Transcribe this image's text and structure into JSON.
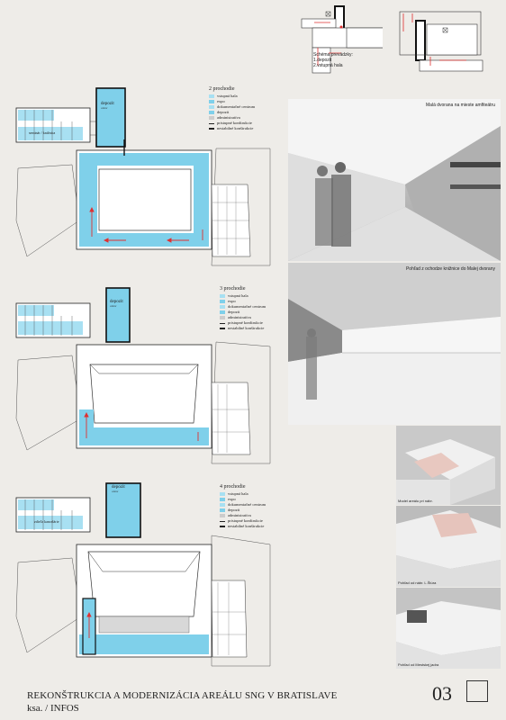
{
  "schema": {
    "legend_title": "Schéma prevádzky:",
    "legend_item1": "1.depozit",
    "legend_item2": "2.vstupná hala"
  },
  "floors": [
    {
      "heading": "2 prochodie",
      "depot_label": "depozit",
      "depot_sub": "otvor",
      "room_label": "seminár / knižnica",
      "legend": [
        "vstupná hala",
        "expo",
        "dokumentačné centrum",
        "depozit",
        "administratíva",
        "pristupné konštrukcie",
        "nestabilné konštrukcie"
      ]
    },
    {
      "heading": "3 prochodie",
      "depot_label": "depozit",
      "depot_sub": "otvor",
      "room_label": "",
      "legend": [
        "vstupná hala",
        "expo",
        "dokumentačné centrum",
        "depozit",
        "administratíva",
        "pristupné konštrukcie",
        "nestabilné konštrukcie"
      ]
    },
    {
      "heading": "4 prochodie",
      "depot_label": "depozit",
      "depot_sub": "otvor",
      "room_label": "zdieľa kancelárie",
      "legend": [
        "vstupná hala",
        "expo",
        "dokumentačné centrum",
        "depozit",
        "administratíva",
        "pristupné konštrukcie",
        "nestabilné konštrukcie"
      ]
    }
  ],
  "renders": {
    "render1_caption": "Malá dvorana na mieste amfiteátru",
    "render2_caption": "Pohľad z ochodze knižnice do Malej dvorany"
  },
  "models": {
    "model1_caption": "Model areálu pri nábr.",
    "model2_caption": "Pohľad od nábr. L.Štúra",
    "model3_caption": "Pohľad od Mestskej jadra"
  },
  "footer": {
    "title": "REKONŠTRUKCIA A MODERNIZÁCIA AREÁLU SNG V BRATISLAVE",
    "subtitle": "ksa. / INFOS",
    "page_number": "03"
  },
  "colors": {
    "plan_blue": "#7fd0ea",
    "arrow_red": "#e03030",
    "render_grey": "#bdbdbd"
  }
}
